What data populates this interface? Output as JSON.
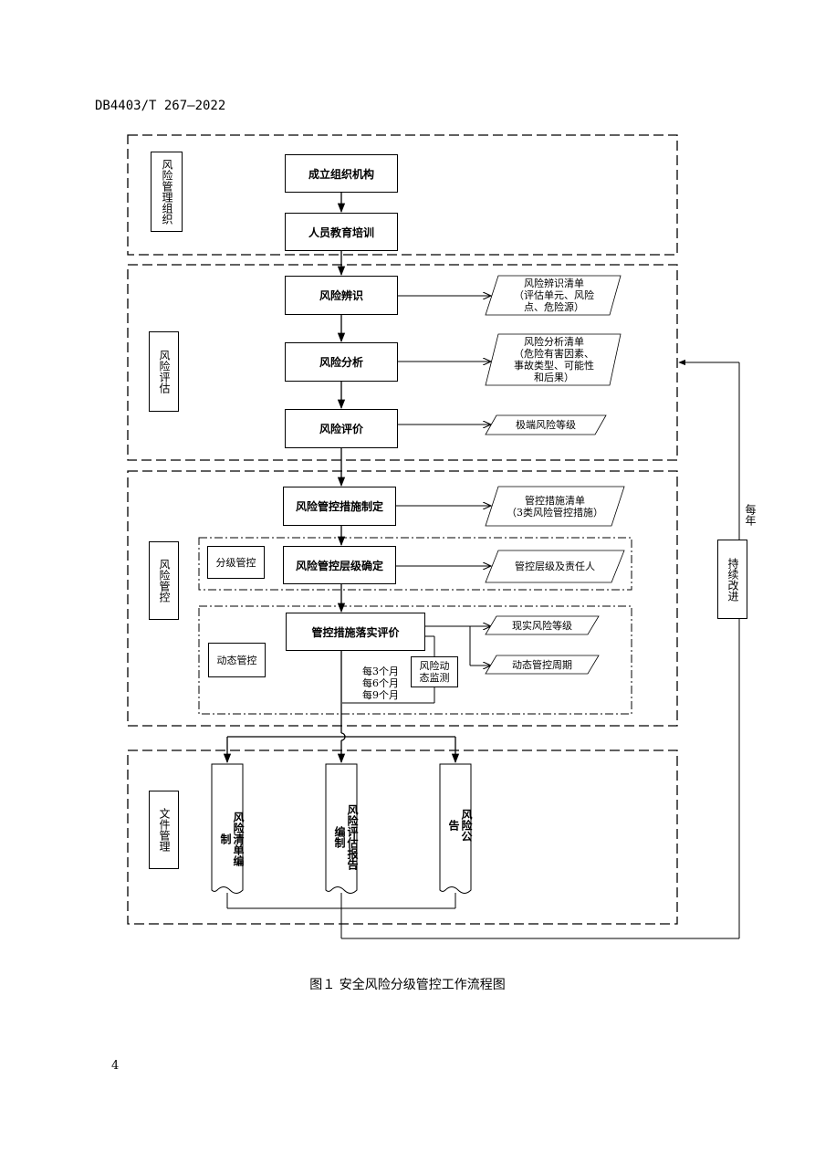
{
  "header": "DB4403/T 267—2022",
  "page_number": "4",
  "caption": "图１  安全风险分级管控工作流程图",
  "sections": {
    "org": "风险管理组织",
    "assess": "风险评估",
    "control": "风险管控",
    "docs": "文件管理"
  },
  "subsections": {
    "graded": "分级管控",
    "dynamic": "动态管控"
  },
  "steps": {
    "establish": "成立组织机构",
    "training": "人员教育培训",
    "identify": "风险辨识",
    "analyze": "风险分析",
    "evaluate": "风险评价",
    "measures": "风险管控措施制定",
    "levels": "风险管控层级确定",
    "implement": "管控措施落实评价",
    "monitor": "风险动态监测"
  },
  "outputs": {
    "identify": "风险辨识清单\n（评估单元、风险\n点、危险源）",
    "analyze": "风险分析清单\n（危险有害因素、\n事故类型、可能性\n和后果）",
    "evaluate": "极端风险等级",
    "measures": "管控措施清单\n（3类风险管控措施）",
    "levels": "管控层级及责任人",
    "current": "现实风险等级",
    "cycle": "动态管控周期"
  },
  "periods": [
    "每3个月",
    "每6个月",
    "每9个月"
  ],
  "documents": {
    "list": "风险清单编制",
    "report": "风险评估报告编制",
    "notice": "风险公告"
  },
  "feedback": {
    "box": "持续改进",
    "label": "每年"
  }
}
